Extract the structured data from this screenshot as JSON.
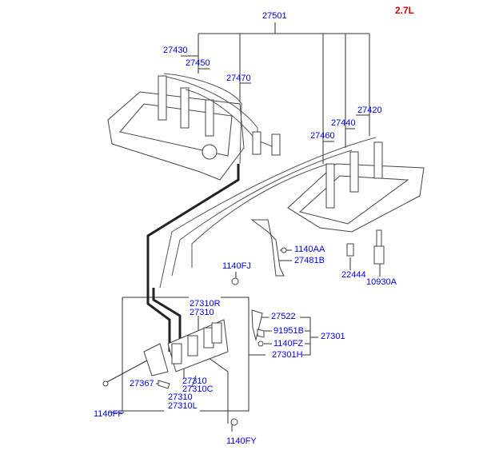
{
  "variant": "2.7L",
  "labels": {
    "p27501": "27501",
    "p27430": "27430",
    "p27450": "27450",
    "p27470": "27470",
    "p27420": "27420",
    "p27440": "27440",
    "p27460": "27460",
    "p1140AA": "1140AA",
    "p27481B": "27481B",
    "p22444": "22444",
    "p10930A": "10930A",
    "p1140FJ": "1140FJ",
    "p27310R": "27310R",
    "p27310a": "27310",
    "p27522": "27522",
    "p91951B": "91951B",
    "p27301": "27301",
    "p1140FZ": "1140FZ",
    "p27301H": "27301H",
    "p27367": "27367",
    "p27310b": "27310",
    "p27310C": "27310C",
    "p27310c": "27310",
    "p27310L": "27310L",
    "p1140FF": "1140FF",
    "p1140FY": "1140FY"
  },
  "colors": {
    "label": "#0000ff",
    "title": "#e00000"
  }
}
